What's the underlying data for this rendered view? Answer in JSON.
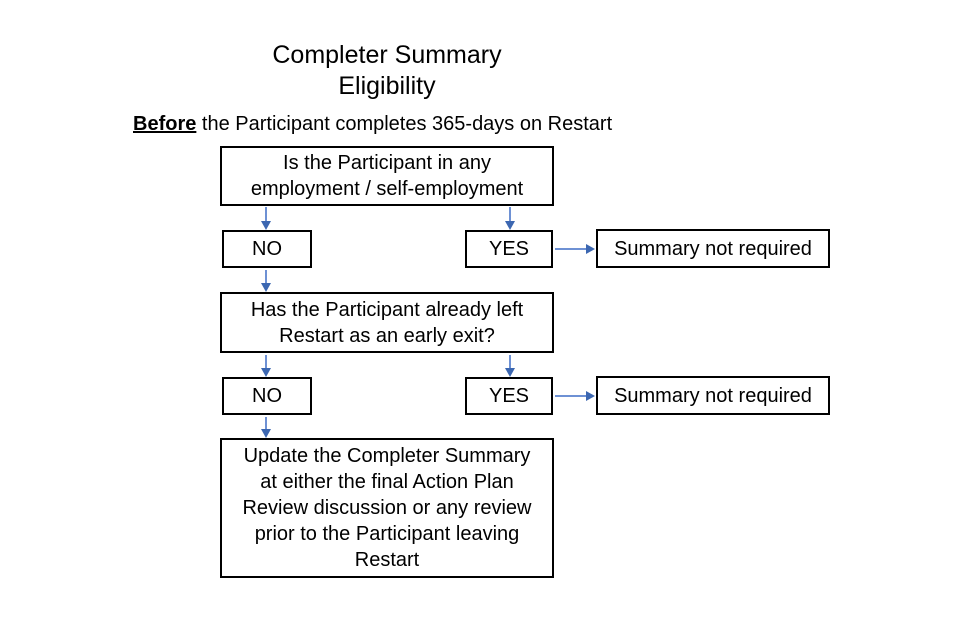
{
  "title": {
    "text": "Completer Summary\nEligibility"
  },
  "subtitle": {
    "bold": "Before",
    "rest": " the Participant completes 365-days on Restart"
  },
  "flowchart": {
    "question1": "Is the Participant in any\nemployment / self-employment",
    "no1": "NO",
    "yes1": "YES",
    "summary1": "Summary not required",
    "question2": "Has the Participant already left\nRestart as an early exit?",
    "no2": "NO",
    "yes2": "YES",
    "summary2": "Summary not required",
    "final": "Update the Completer Summary\nat either the final Action Plan\nReview discussion or any review\nprior to the Participant leaving\nRestart"
  },
  "colors": {
    "arrow_stem": "#6E91D4",
    "arrow_head": "#3C67B1",
    "box_border": "#000000",
    "text": "#000000",
    "bg": "#ffffff"
  }
}
